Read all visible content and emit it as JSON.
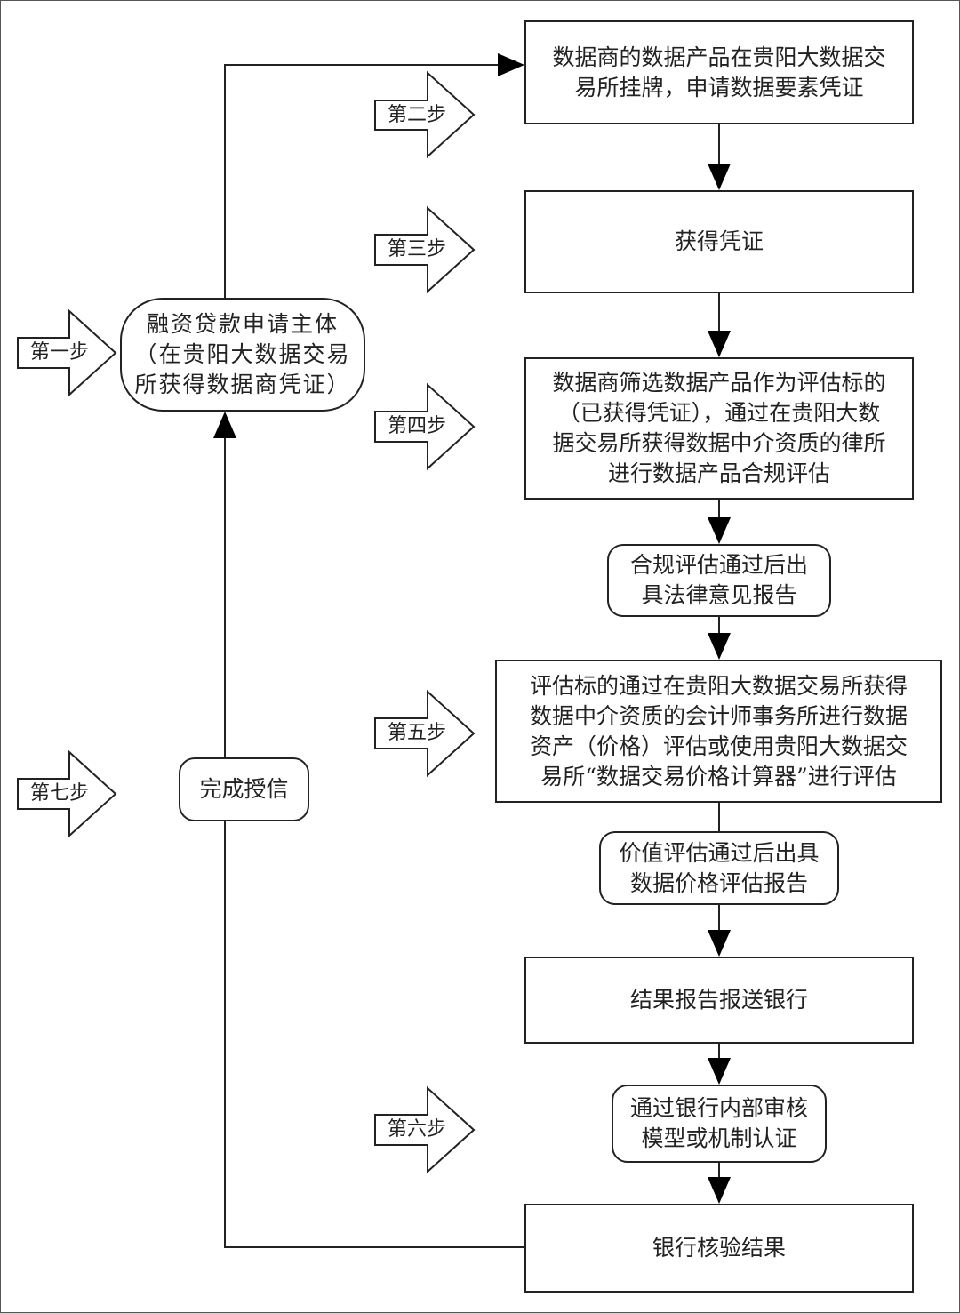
{
  "diagram": {
    "nodes": {
      "applicant": "融资贷款申请主体\n（在贵阳大数据交易\n所获得数据商凭证）",
      "listing": "数据商的数据产品在贵阳大数据交\n易所挂牌，申请数据要素凭证",
      "obtain": "获得凭证",
      "compliance": "数据商筛选数据产品作为评估标的\n（已获得凭证），通过在贵阳大数\n据交易所获得数据中介资质的律所\n进行数据产品合规评估",
      "legal_report": "合规评估通过后出\n具法律意见报告",
      "valuation": "评估标的通过在贵阳大数据交易所获得\n数据中介资质的会计师事务所进行数据\n资产（价格）评估或使用贵阳大数据交\n易所“数据交易价格计算器”进行评估",
      "price_report": "价值评估通过后出具\n数据价格评估报告",
      "send_bank": "结果报告报送银行",
      "bank_review": "通过银行内部审核\n模型或机制认证",
      "bank_verify": "银行核验结果",
      "credit": "完成授信"
    },
    "steps": {
      "s1": "第一步",
      "s2": "第二步",
      "s3": "第三步",
      "s4": "第四步",
      "s5": "第五步",
      "s6": "第六步",
      "s7": "第七步"
    },
    "colors": {
      "line": "#222222",
      "background": "#ffffff"
    }
  }
}
